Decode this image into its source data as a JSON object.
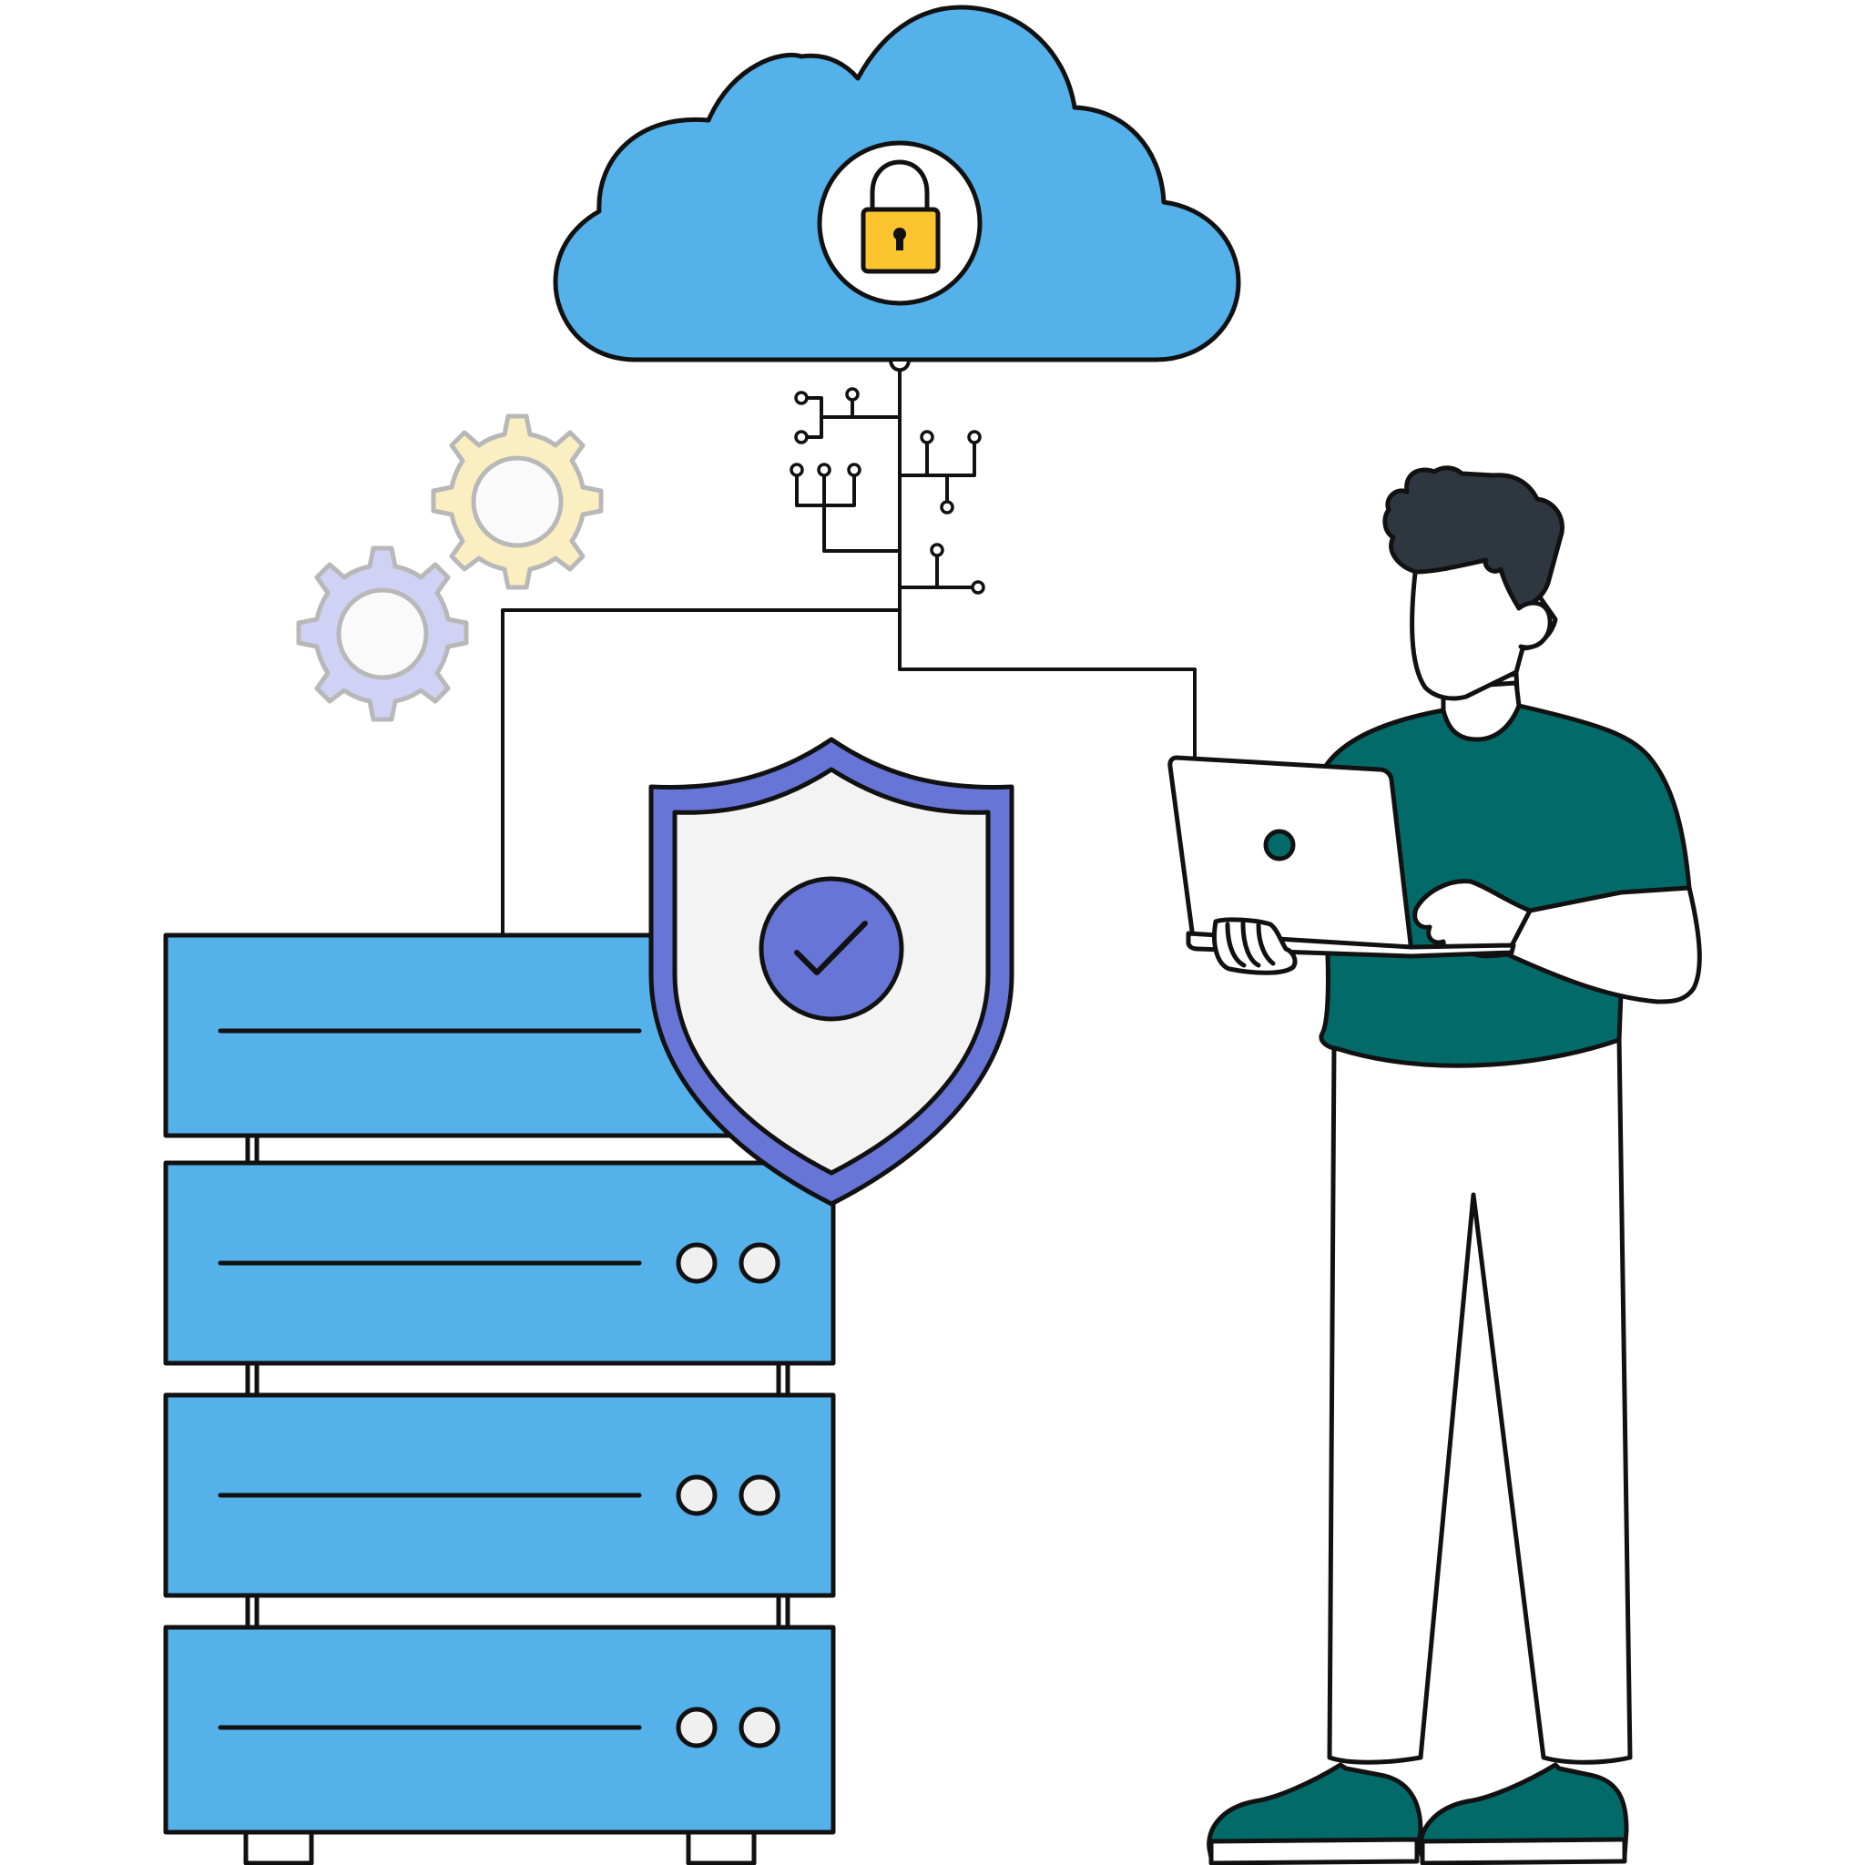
{
  "colors": {
    "cloud": "#54B1EA",
    "server": "#54B1EA",
    "shield_outer": "#6775D6",
    "shield_inner": "#F3F3F3",
    "check_badge": "#6775D6",
    "lock_body": "#FCC42F",
    "shirt": "#026B6A",
    "shoes": "#026B6A",
    "hair": "#2E3740",
    "gear_yellow": "#FBEFC2",
    "gear_purple": "#D0D2F5",
    "gear_stroke": "#B8B8B8",
    "outline": "#111111"
  },
  "icons": [
    "cloud-icon",
    "padlock-icon",
    "circuit-network-icon",
    "gear-icon",
    "shield-check-icon",
    "server-rack-icon",
    "laptop-icon",
    "person-illustration"
  ],
  "servers": {
    "unit_count": 4,
    "indicators_per_unit": 2
  }
}
